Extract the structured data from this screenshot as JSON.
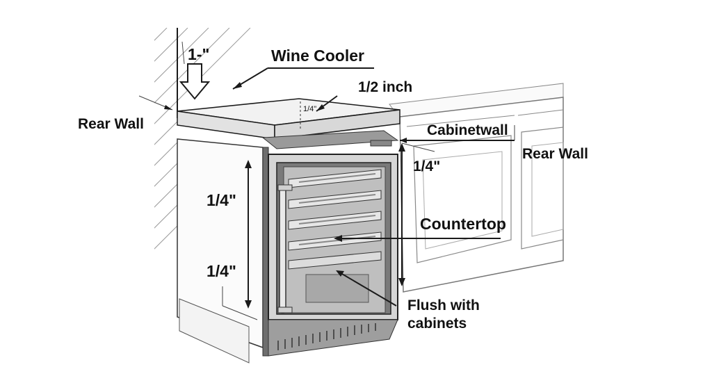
{
  "labels": {
    "top_dimension": "1-\"",
    "wine_cooler": "Wine Cooler",
    "half_inch": "1/2 inch",
    "quarter_small": "1/4\"",
    "rear_wall_left": "Rear Wall",
    "cabinetwall": "Cabinetwall",
    "rear_wall_right": "Rear Wall",
    "quarter_right": "1/4\"",
    "quarter_left_upper": "1/4\"",
    "quarter_left_lower": "1/4\"",
    "countertop": "Countertop",
    "flush_line1": "Flush with",
    "flush_line2": "cabinets"
  },
  "colors": {
    "ink": "#111111",
    "appliance_dark": "#555555",
    "glass": "#bdbdbd",
    "steel": "#d9d9d9",
    "wall_hatch": "#9a9a9a"
  }
}
